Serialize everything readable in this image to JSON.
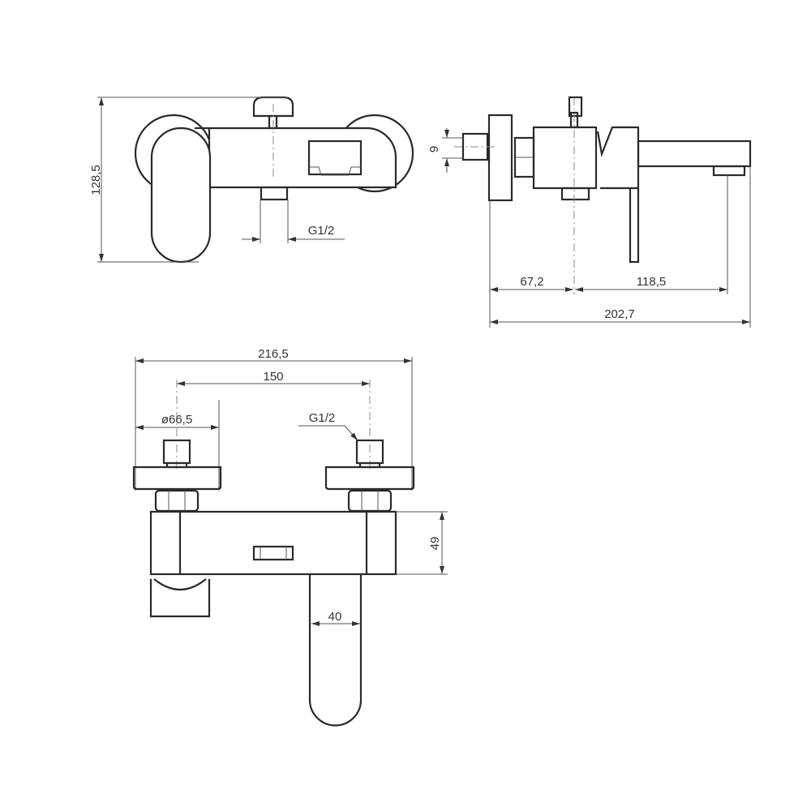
{
  "front_view": {
    "height_dim": "128,5",
    "outlet_thread": "G1/2"
  },
  "side_view": {
    "connector_dim": "9",
    "wall_to_center": "67,2",
    "center_to_outlet": "118,5",
    "total_depth": "202,7"
  },
  "bottom_view": {
    "total_width": "216,5",
    "center_distance": "150",
    "flange_diameter": "ø66,5",
    "inlet_thread": "G1/2",
    "body_height": "49",
    "spout_width": "40"
  }
}
